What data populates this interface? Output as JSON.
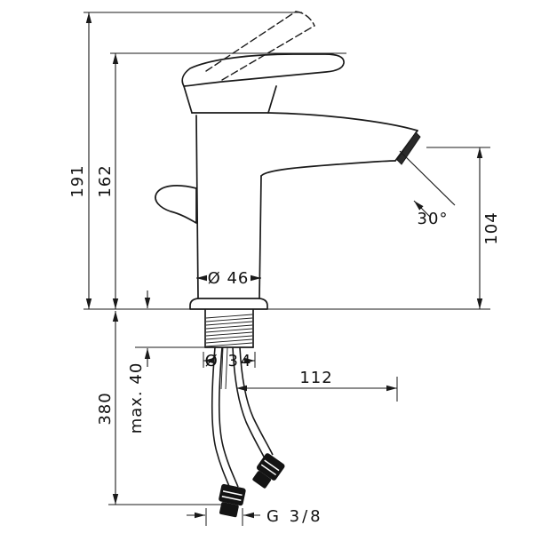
{
  "page": {
    "background": "#ffffff",
    "line_color": "#1a1a1a"
  },
  "drawing": {
    "labels": {
      "overall_height": "191",
      "handle_height": "162",
      "spout_outlet_height": "104",
      "spout_angle": "30°",
      "body_diameter": "Ø 46",
      "shank_diameter": "Ø 34",
      "spout_reach": "112",
      "max_mounting_thickness": "max. 40",
      "hose_length": "380",
      "connection_thread": "G 3/8"
    }
  }
}
